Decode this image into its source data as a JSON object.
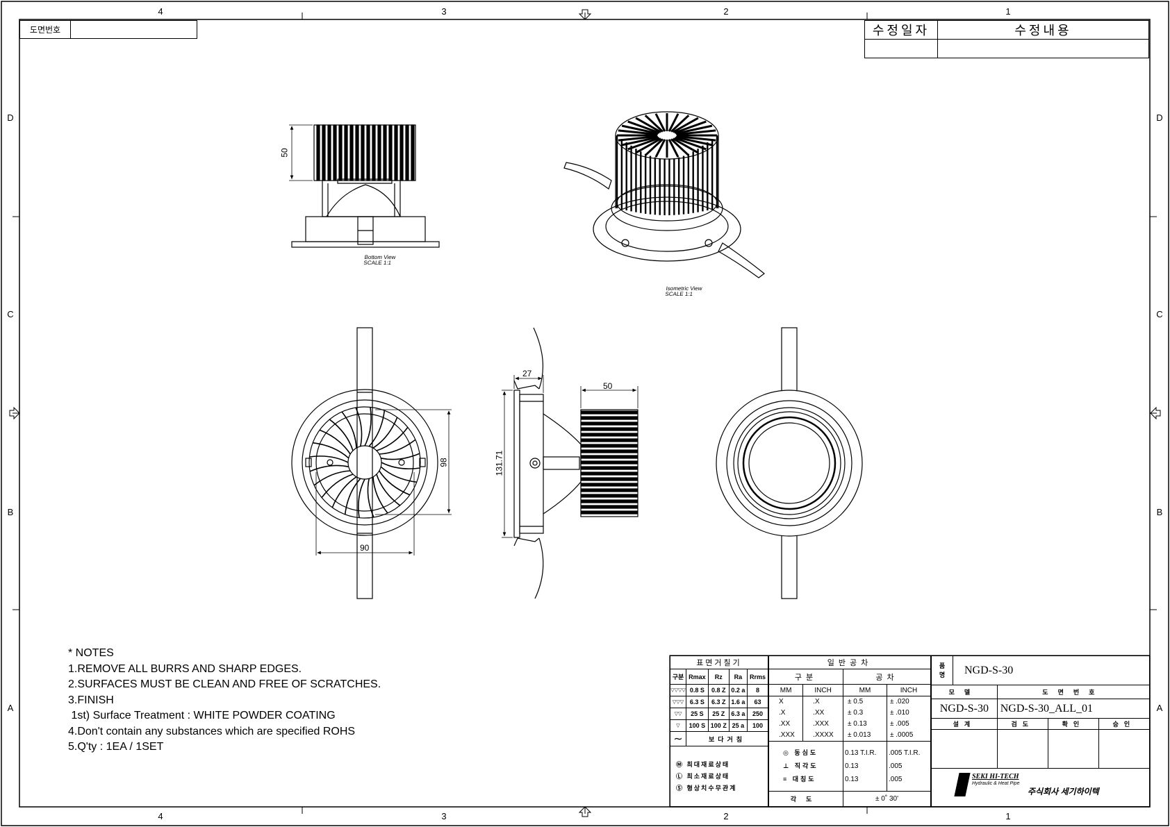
{
  "zones": {
    "columns": [
      "4",
      "3",
      "2",
      "1"
    ],
    "rows": [
      "D",
      "C",
      "B",
      "A"
    ]
  },
  "drawing_number_box": {
    "label": "도면번호",
    "value": ""
  },
  "revision_table": {
    "date_header": "수정일자",
    "content_header": "수정내용"
  },
  "views": {
    "bottom_view": {
      "label": "Bottom View",
      "scale": "SCALE 1:1"
    },
    "isometric_view": {
      "label": "Isometric View",
      "scale": "SCALE 1:1"
    }
  },
  "dimensions": {
    "side_height": "50",
    "lip_depth": "27",
    "heatsink_length": "50",
    "overall_diameter": "131.71",
    "front_height": "98",
    "front_width": "90"
  },
  "notes": {
    "title": "* NOTES",
    "items": [
      "1.REMOVE ALL BURRS AND SHARP EDGES.",
      "2.SURFACES MUST BE CLEAN AND FREE OF SCRATCHES.",
      "3.FINISH",
      " 1st) Surface Treatment : WHITE POWDER COATING",
      "4.Don't contain any substances which are specified ROHS",
      "5.Q'ty : 1EA / 1SET"
    ]
  },
  "surface_roughness": {
    "title": "표면거칠기",
    "headers": [
      "구분",
      "Rmax",
      "Rz",
      "Ra",
      "Rrms"
    ],
    "rows": [
      [
        "▽▽▽▽",
        "0.8 S",
        "0.8 Z",
        "0.2 a",
        "8"
      ],
      [
        "▽▽▽",
        "6.3 S",
        "6.3 Z",
        "1.6 a",
        "63"
      ],
      [
        "▽▽",
        "25 S",
        "25 Z",
        "6.3 a",
        "250"
      ],
      [
        "▽",
        "100 S",
        "100 Z",
        "25 a",
        "100"
      ]
    ],
    "rough_symbol": "∼",
    "rough_label": "보다거침",
    "legend": [
      "Ⓜ 최대재료상태",
      "Ⓛ 최소재료상태",
      "Ⓢ 형상치수무관계"
    ]
  },
  "general_tolerance": {
    "title": "일반공차",
    "section": "구분",
    "tolerance": "공차",
    "unit_headers": [
      "MM",
      "INCH",
      "MM",
      "INCH"
    ],
    "rows": [
      [
        "X",
        ".X",
        "± 0.5",
        "± .020"
      ],
      [
        ".X",
        ".XX",
        "± 0.3",
        "± .010"
      ],
      [
        ".XX",
        ".XXX",
        "± 0.13",
        "± .005"
      ],
      [
        ".XXX",
        ".XXXX",
        "± 0.013",
        "± .0005"
      ]
    ],
    "geometric": [
      [
        "◎ 동심도",
        "0.13 T.I.R.",
        ".005 T.I.R."
      ],
      [
        "⊥ 직각도",
        "0.13",
        ".005"
      ],
      [
        "≡ 대칭도",
        "0.13",
        ".005"
      ]
    ],
    "angle_label": "각도",
    "angle_value": "± 0˚  30'"
  },
  "title_block": {
    "product_label": "품명",
    "product_name": "NGD-S-30",
    "model_label": "모델",
    "drawing_no_label": "도면번호",
    "model_value": "NGD-S-30",
    "drawing_no_value": "NGD-S-30_ALL_01",
    "sign_headers": [
      "설계",
      "검도",
      "확인",
      "승인"
    ],
    "company_logo_text": "SEKI HI-TECH",
    "company_tagline": "Hydraulic & Heat Pipe",
    "company_name": "주식회사 세기하이텍"
  }
}
